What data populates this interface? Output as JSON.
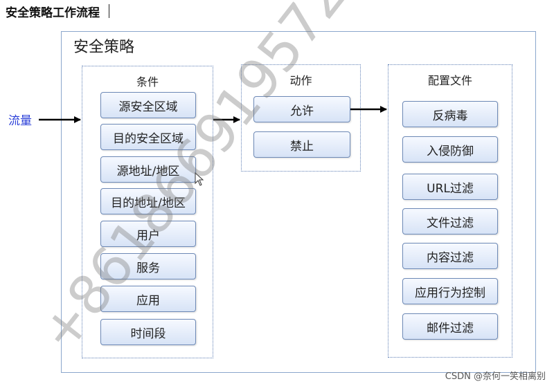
{
  "heading": "安全策略工作流程",
  "outer_title": "安全策略",
  "flow_label": "流量",
  "conditions": {
    "title": "条件",
    "items": [
      "源安全区域",
      "目的安全区域",
      "源地址/地区",
      "目的地址/地区",
      "用户",
      "服务",
      "应用",
      "时间段"
    ]
  },
  "actions": {
    "title": "动作",
    "items": [
      "允许",
      "禁止"
    ]
  },
  "profiles": {
    "title": "配置文件",
    "items": [
      "反病毒",
      "入侵防御",
      "URL过滤",
      "文件过滤",
      "内容过滤",
      "应用行为控制",
      "邮件过滤"
    ]
  },
  "watermark": "+8618669195729",
  "credit": "CSDN @奈何一笑相离别",
  "colors": {
    "box_border": "#6d89b6",
    "box_fill_top": "#f6f9ff",
    "box_fill_bottom": "#d7e3f6",
    "group_border": "#5f7fb5",
    "flow_label": "#2a3fd8",
    "arrow": "#000000"
  }
}
